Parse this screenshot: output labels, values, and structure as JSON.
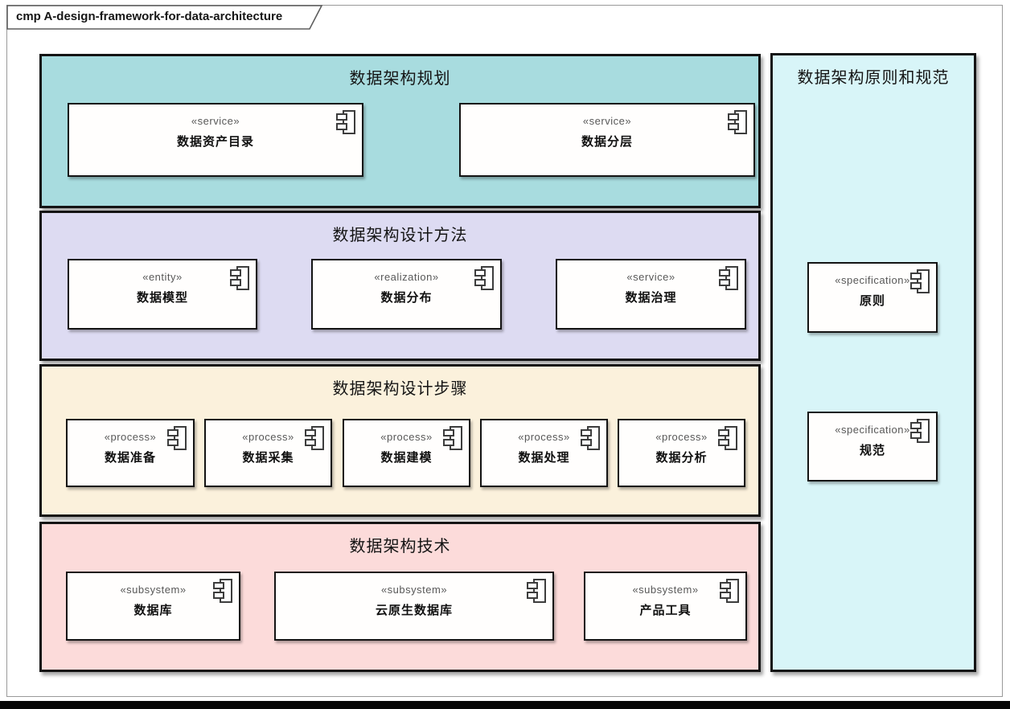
{
  "frame": {
    "kind": "cmp",
    "title": "cmp A-design-framework-for-data-architecture"
  },
  "colors": {
    "planning_bg": "#a8dcdf",
    "methods_bg": "#dddbf2",
    "steps_bg": "#fbf1dc",
    "technology_bg": "#fcdbda",
    "side_bg": "#d8f5f8",
    "box_border": "#141414",
    "stereotype_text": "#585858"
  },
  "sections": [
    {
      "title": "数据架构规划",
      "bg": "#a8dcdf",
      "components": [
        {
          "stereotype": "«service»",
          "name": "数据资产目录"
        },
        {
          "stereotype": "«service»",
          "name": "数据分层"
        }
      ]
    },
    {
      "title": "数据架构设计方法",
      "bg": "#dddbf2",
      "components": [
        {
          "stereotype": "«entity»",
          "name": "数据模型"
        },
        {
          "stereotype": "«realization»",
          "name": "数据分布"
        },
        {
          "stereotype": "«service»",
          "name": "数据治理"
        }
      ]
    },
    {
      "title": "数据架构设计步骤",
      "bg": "#fbf1dc",
      "components": [
        {
          "stereotype": "«process»",
          "name": "数据准备"
        },
        {
          "stereotype": "«process»",
          "name": "数据采集"
        },
        {
          "stereotype": "«process»",
          "name": "数据建模"
        },
        {
          "stereotype": "«process»",
          "name": "数据处理"
        },
        {
          "stereotype": "«process»",
          "name": "数据分析"
        }
      ]
    },
    {
      "title": "数据架构技术",
      "bg": "#fcdbda",
      "components": [
        {
          "stereotype": "«subsystem»",
          "name": "数据库"
        },
        {
          "stereotype": "«subsystem»",
          "name": "云原生数据库"
        },
        {
          "stereotype": "«subsystem»",
          "name": "产品工具"
        }
      ]
    }
  ],
  "side_panel": {
    "title": "数据架构原则和规范",
    "bg": "#d8f5f8",
    "components": [
      {
        "stereotype": "«specification»",
        "name": "原则"
      },
      {
        "stereotype": "«specification»",
        "name": "规范"
      }
    ]
  }
}
